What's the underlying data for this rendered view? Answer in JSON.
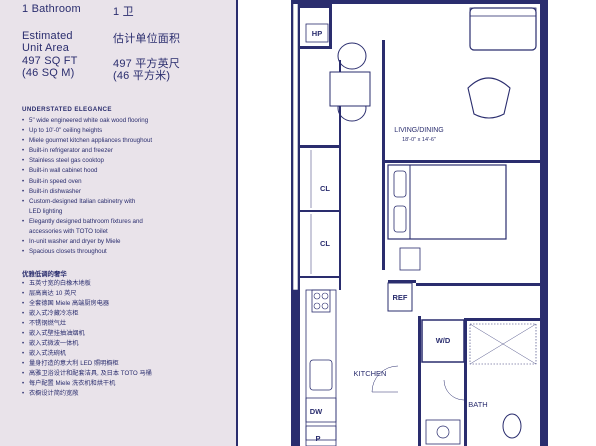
{
  "specs": {
    "bathroom_en": "1 Bathroom",
    "bathroom_cn": "1 卫",
    "area_label_en_1": "Estimated",
    "area_label_en_2": "Unit Area",
    "area_label_cn": "估计单位面积",
    "area_sqft_en": "497 SQ FT",
    "area_sqm_en": "(46 SQ M)",
    "area_sqft_cn": "497 平方英尺",
    "area_sqm_cn": "(46 平方米)"
  },
  "features_en": {
    "heading": "UNDERSTATED ELEGANCE",
    "items": [
      "5\" wide engineered white oak wood flooring",
      "Up to 10'-0\" ceiling heights",
      "Miele gourmet kitchen appliances throughout",
      "Built-in refrigerator and freezer",
      "Stainless steel gas cooktop",
      "Built-in wall cabinet hood",
      "Built-in speed oven",
      "Built-in dishwasher",
      "Custom-designed Italian cabinetry with",
      "LED lighting",
      "Elegantly designed bathroom fixtures and",
      "accessories with TOTO toilet",
      "In-unit washer and dryer by Miele",
      "Spacious closets throughout"
    ]
  },
  "features_cn": {
    "heading": "优雅低调的奢华",
    "items": [
      "五英寸宽的白橡木地板",
      "层高高达 10 英尺",
      "全套德国 Miele 高端厨房电器",
      "嵌入式冷藏冷冻柜",
      "不锈钢燃气灶",
      "嵌入式壁挂抽油烟机",
      "嵌入式微波一体机",
      "嵌入式洗碗机",
      "量身打造的意大利 LED 照明橱柜",
      "高雅卫浴设计和配套洁具, 及日本 TOTO 马桶",
      "每户配置 Miele 洗衣机和烘干机",
      "衣橱设计简约宽敞"
    ]
  },
  "plan": {
    "hp": "HP",
    "living_dining": "LIVING/DINING",
    "living_dims": "18'-0\" x 14'-6\"",
    "cl_1": "CL",
    "cl_2": "CL",
    "ref": "REF",
    "wd": "W/D",
    "kitchen": "KITCHEN",
    "bath": "BATH",
    "dw": "DW",
    "p": "P"
  },
  "colors": {
    "navy": "#2a2d6e",
    "panel": "#e9e3ea",
    "plan_bg": "#ffffff"
  }
}
